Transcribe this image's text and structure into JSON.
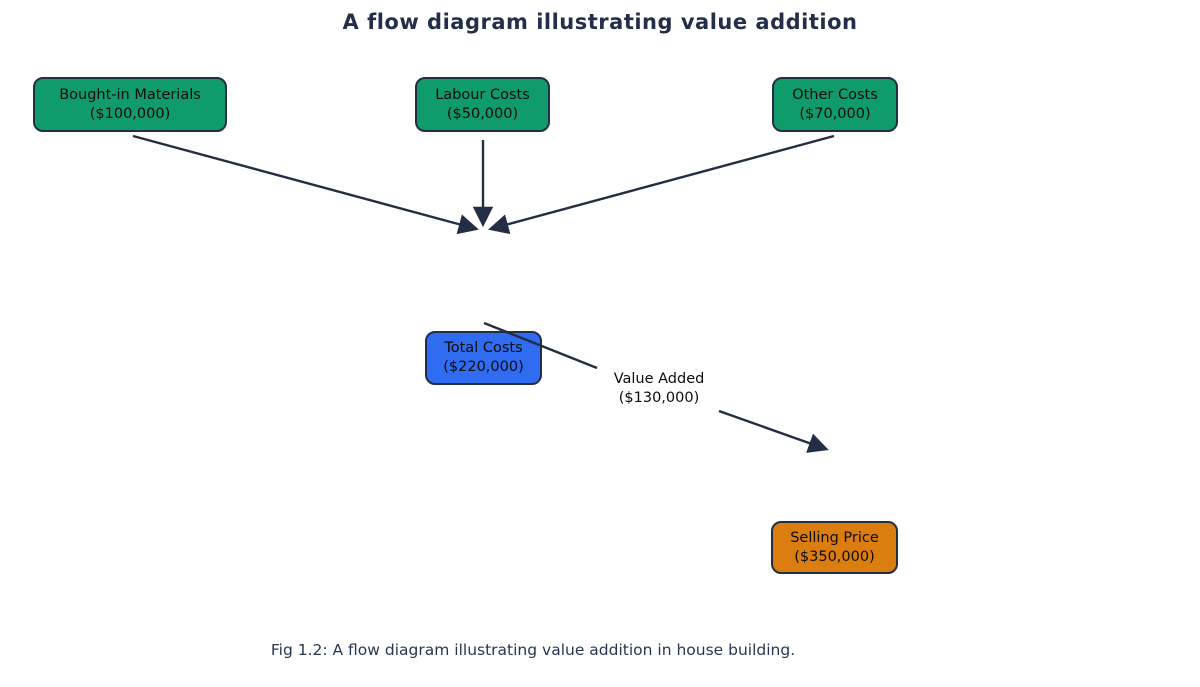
{
  "title": "A flow diagram illustrating value addition",
  "caption": "Fig 1.2: A flow diagram illustrating value addition in house building.",
  "colors": {
    "node_green": "#0f9b6c",
    "node_blue": "#2f6cf1",
    "node_orange": "#dc7e0f",
    "outline": "#232e45",
    "arrow": "#232e45",
    "title_text": "#232f48",
    "caption_text": "#263850",
    "node_text": "#0b0b0b",
    "background": "#ffffff"
  },
  "nodes": [
    {
      "id": "bought-in-materials",
      "label": "Bought-in Materials",
      "value": "($100,000)",
      "color": "#0f9b6c"
    },
    {
      "id": "labour-costs",
      "label": "Labour Costs",
      "value": "($50,000)",
      "color": "#0f9b6c"
    },
    {
      "id": "other-costs",
      "label": "Other Costs",
      "value": "($70,000)",
      "color": "#0f9b6c"
    },
    {
      "id": "total-costs",
      "label": "Total Costs",
      "value": "($220,000)",
      "color": "#2f6cf1"
    },
    {
      "id": "selling-price",
      "label": "Selling Price",
      "value": "($350,000)",
      "color": "#dc7e0f"
    }
  ],
  "edge_label": {
    "label": "Value Added",
    "value": "($130,000)"
  },
  "edges": [
    {
      "from": "bought-in-materials",
      "to": "total-costs"
    },
    {
      "from": "labour-costs",
      "to": "total-costs"
    },
    {
      "from": "other-costs",
      "to": "total-costs"
    },
    {
      "from": "total-costs",
      "to": "selling-price",
      "label": "Value Added ($130,000)"
    }
  ]
}
